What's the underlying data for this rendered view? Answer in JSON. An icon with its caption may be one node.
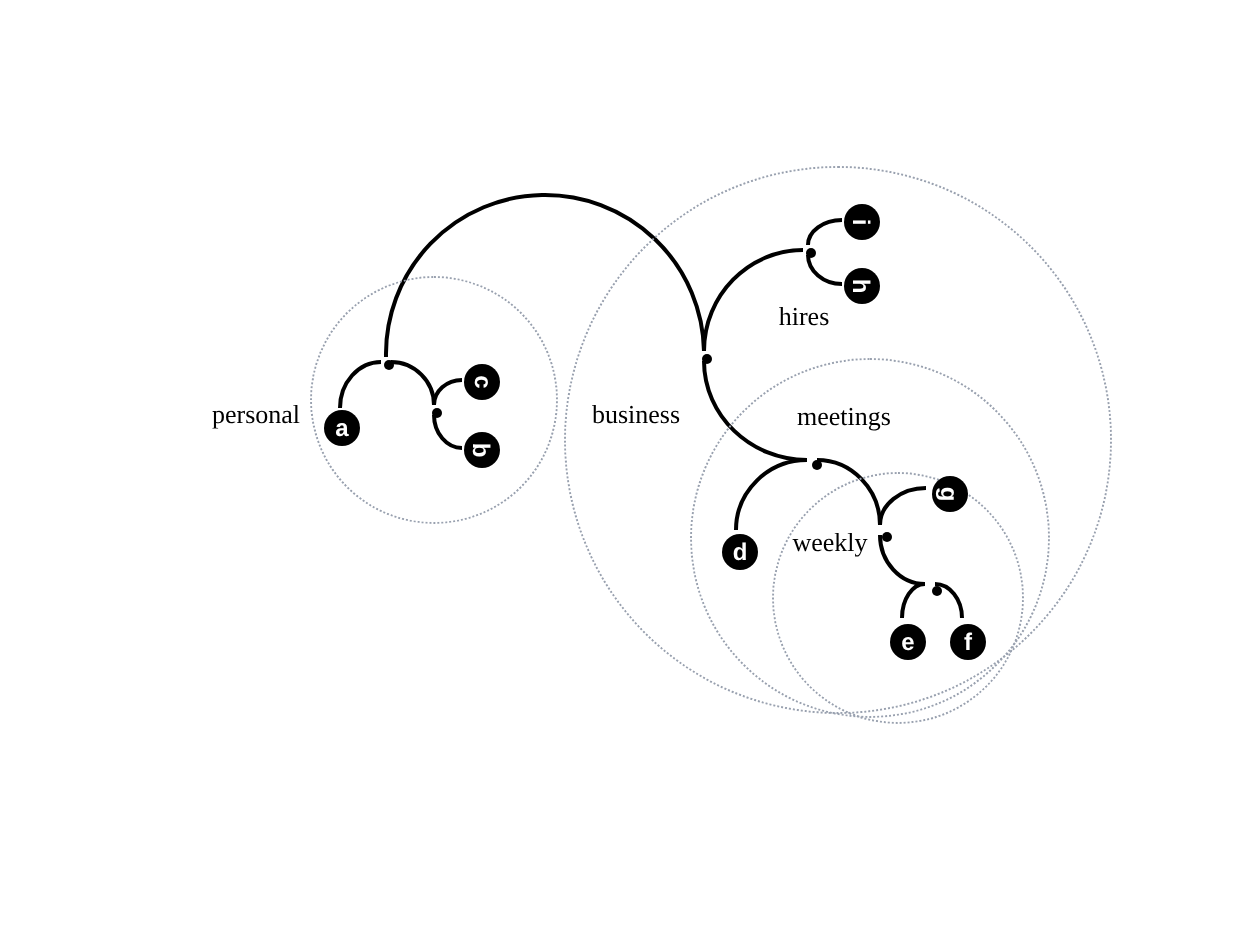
{
  "diagram": {
    "nodes": [
      {
        "text": [
          "personal"
        ]
      },
      {
        "text": [],
        "shape": "dot",
        "in": 0
      },
      {
        "text": [
          "a"
        ],
        "in": 0
      },
      {
        "text": [],
        "shape": "dot",
        "in": 0
      },
      {
        "text": [
          "c"
        ],
        "in": 0
      },
      {
        "text": [
          "b"
        ],
        "in": 0
      },
      {
        "text": [
          "business"
        ]
      },
      {
        "text": [],
        "shape": "dot",
        "in": 6
      },
      {
        "text": [],
        "shape": "dot",
        "in": 6
      },
      {
        "text": [
          "i"
        ],
        "in": 6
      },
      {
        "text": [
          "h"
        ],
        "in": 6
      },
      {
        "text": [
          "meetings"
        ],
        "in": 6
      },
      {
        "text": [],
        "shape": "dot",
        "in": 11
      },
      {
        "text": [
          "d"
        ],
        "in": 11
      },
      {
        "text": [
          "weekly"
        ],
        "in": 11
      },
      {
        "text": [],
        "shape": "dot",
        "in": 14
      },
      {
        "text": [
          "g"
        ],
        "in": 14
      },
      {
        "text": [],
        "shape": "dot",
        "in": 14
      },
      {
        "text": [
          "e"
        ],
        "in": 14
      },
      {
        "text": [
          "f"
        ],
        "in": 14
      }
    ],
    "edges": [
      {
        "from": 1,
        "to": 7,
        "arrow": "none"
      },
      {
        "from": 1,
        "to": 2,
        "arrow": "none"
      },
      {
        "from": 1,
        "to": 3,
        "arrow": "none"
      },
      {
        "from": 3,
        "to": 4,
        "arrow": "none"
      },
      {
        "from": 3,
        "to": 5,
        "arrow": "none"
      },
      {
        "from": 7,
        "to": 8,
        "arrow": "none"
      },
      {
        "from": 7,
        "to": 12,
        "arrow": "none"
      },
      {
        "from": 8,
        "to": 9,
        "arrow": "none"
      },
      {
        "from": 8,
        "to": 10,
        "arrow": "none"
      },
      {
        "from": 12,
        "to": 13,
        "arrow": "none"
      },
      {
        "from": 12,
        "to": 15,
        "arrow": "none"
      },
      {
        "from": 15,
        "to": 16,
        "arrow": "none"
      },
      {
        "from": 15,
        "to": 17,
        "arrow": "none"
      },
      {
        "from": 17,
        "to": 18,
        "arrow": "none"
      },
      {
        "from": 17,
        "to": 19,
        "arrow": "none"
      }
    ],
    "labels": [
      "hires"
    ]
  }
}
